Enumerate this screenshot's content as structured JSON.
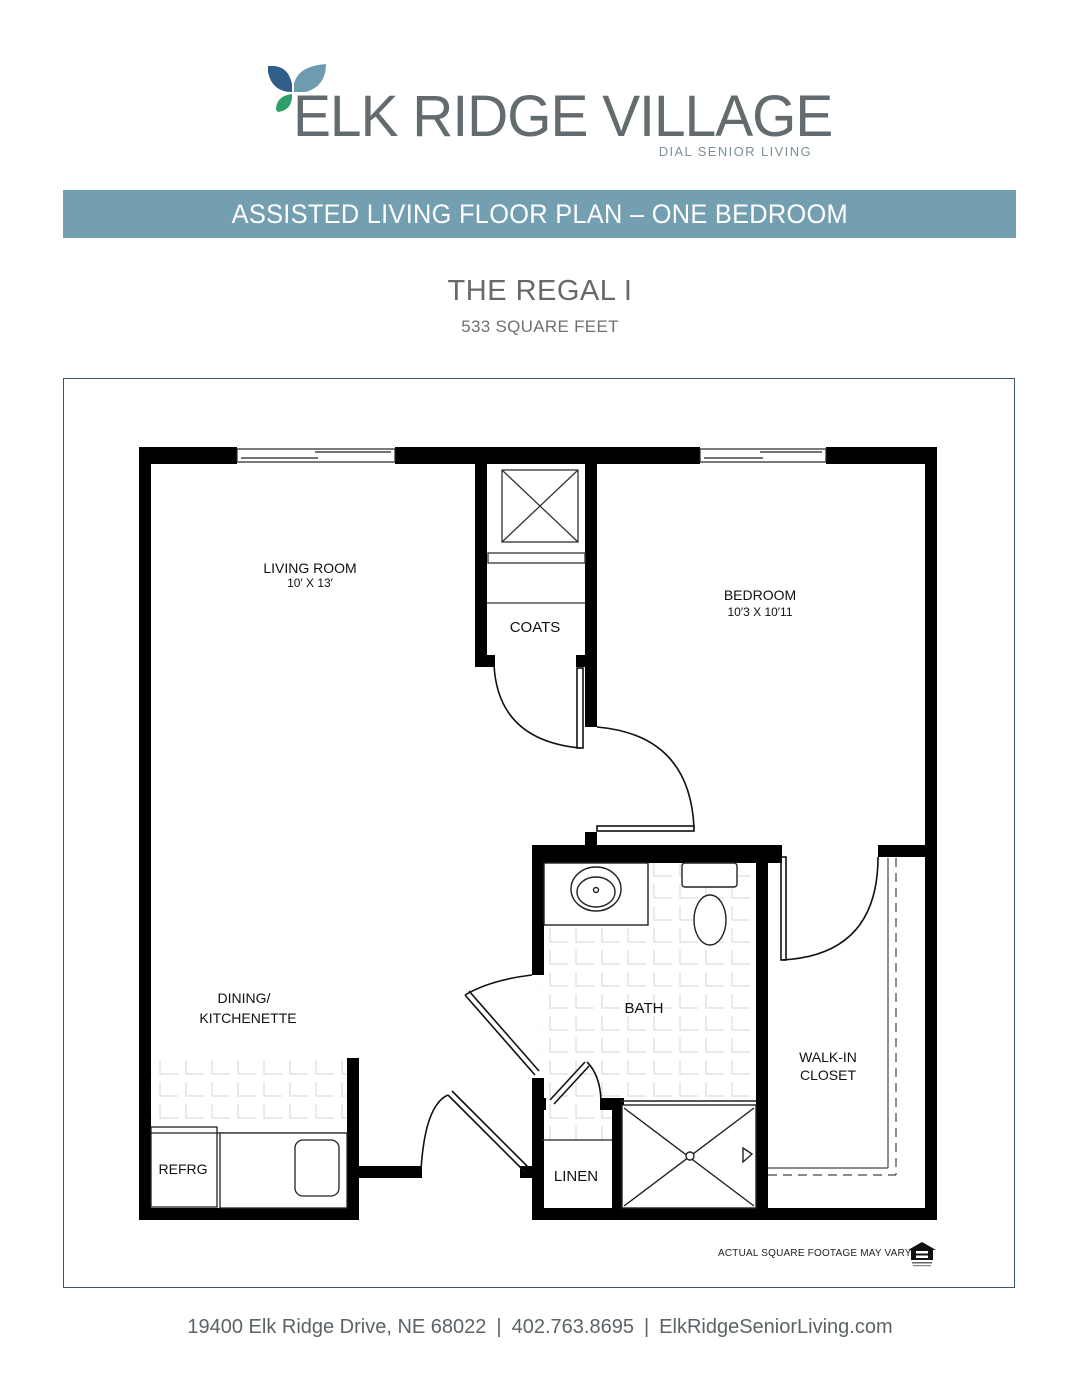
{
  "brand": {
    "name": "ELK RIDGE VILLAGE",
    "tagline": "DIAL SENIOR LIVING",
    "icon": "three-leaf-logo-icon",
    "colors": {
      "leaf_dark": "#2f5f88",
      "leaf_light": "#6f9bb0",
      "leaf_green": "#2e9e6a",
      "text": "#646b6f"
    }
  },
  "banner": {
    "title": "ASSISTED LIVING FLOOR PLAN – ONE BEDROOM",
    "bg_color": "#739fb0"
  },
  "plan": {
    "name": "THE REGAL I",
    "size": "533 SQUARE FEET"
  },
  "rooms": [
    {
      "id": "living-room",
      "label": "LIVING ROOM",
      "dims": "10′ X 13′"
    },
    {
      "id": "bedroom",
      "label": "BEDROOM",
      "dims": "10′3 X 10′11"
    },
    {
      "id": "coats",
      "label": "COATS"
    },
    {
      "id": "dining",
      "label": "DINING/",
      "label2": "KITCHENETTE"
    },
    {
      "id": "bath",
      "label": "BATH"
    },
    {
      "id": "walk-in-closet",
      "label": "WALK-IN",
      "label2": "CLOSET"
    },
    {
      "id": "linen",
      "label": "LINEN"
    },
    {
      "id": "refrigerator",
      "label": "REFRG"
    }
  ],
  "disclaimer": "ACTUAL SQUARE FOOTAGE MAY VARY",
  "equal_housing_icon": "equal-housing-opportunity-icon",
  "footer": {
    "address": "19400 Elk Ridge Drive, NE 68022",
    "phone": "402.763.8695",
    "website": "ElkRidgeSeniorLiving.com",
    "separator": "|"
  }
}
